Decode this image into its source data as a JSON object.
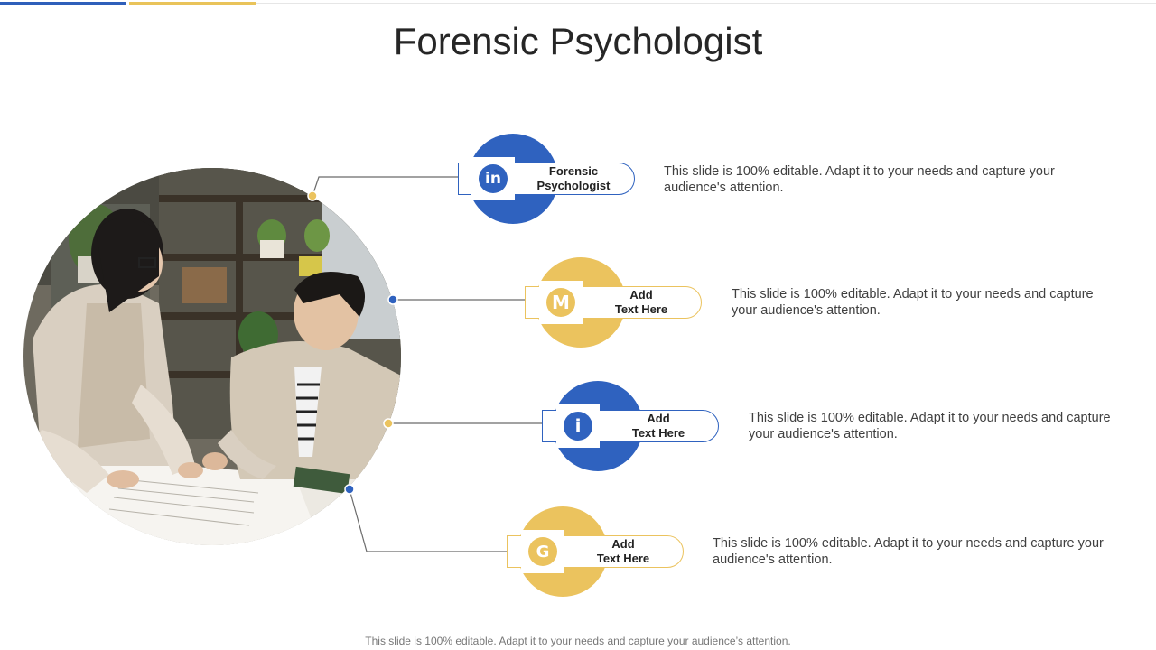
{
  "slide": {
    "title": "Forensic Psychologist",
    "footer": "This slide is 100% editable. Adapt it to your needs and capture your audience’s attention."
  },
  "colors": {
    "blue": "#2f62bf",
    "gold": "#ebc35e"
  },
  "items": [
    {
      "label": "Forensic\nPsychologist",
      "icon": "linkedin-icon",
      "icon_glyph": "in",
      "color": "blue",
      "description": "This slide is 100% editable. Adapt it to your needs and capture your audience's attention."
    },
    {
      "label": "Add\nText Here",
      "icon": "medium-icon",
      "icon_glyph": "M",
      "color": "gold",
      "description": "This slide is 100% editable. Adapt it to your needs and capture your audience's attention."
    },
    {
      "label": "Add\nText Here",
      "icon": "info-icon",
      "icon_glyph": "i",
      "color": "blue",
      "description": "This slide is 100% editable. Adapt it to your needs and capture your audience's attention."
    },
    {
      "label": "Add\nText Here",
      "icon": "google-icon",
      "icon_glyph": "G",
      "color": "gold",
      "description": "This slide is 100% editable. Adapt it to your needs and capture your audience's attention."
    }
  ]
}
